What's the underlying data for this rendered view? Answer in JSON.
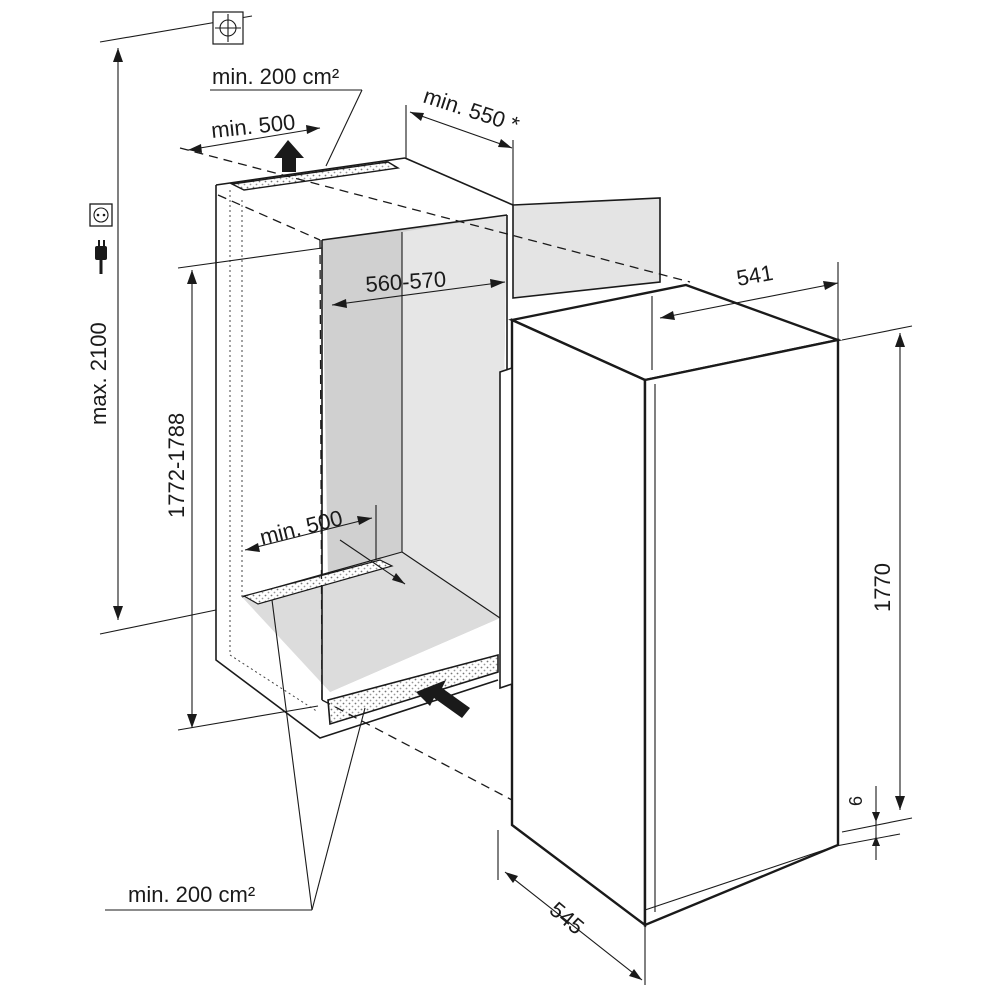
{
  "diagram": {
    "labels": {
      "vent_top_area": "min. 200 cm²",
      "vent_top_width": "min. 500",
      "depth_min": "min. 550 *",
      "max_height": "max. 2100",
      "niche_width": "560-570",
      "niche_height": "1772-1788",
      "vent_bottom_width": "min. 500",
      "vent_bottom_area": "min. 200 cm²",
      "appliance_width": "541",
      "appliance_height": "1770",
      "gap": "6",
      "appliance_depth": "545"
    },
    "icons": [
      "crosshair-icon",
      "socket-icon",
      "plug-icon"
    ],
    "colors": {
      "line": "#1a1a1a",
      "niche_back_panel": "#d0d0d0",
      "niche_side_panel": "#e4e4e4",
      "background": "#ffffff"
    }
  }
}
